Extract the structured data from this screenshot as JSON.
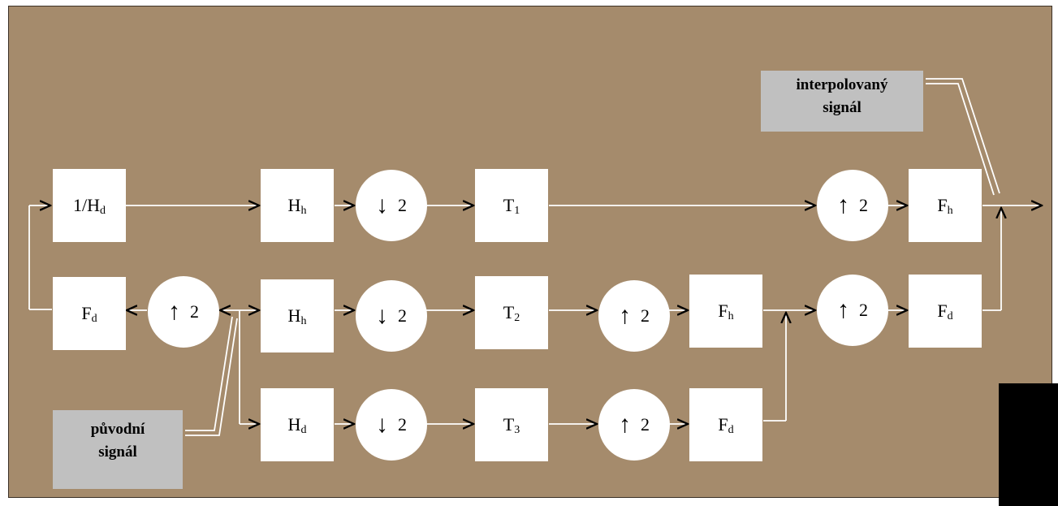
{
  "diagram": {
    "blocks": {
      "inv_hd": "1/H",
      "inv_hd_sub": "d",
      "hh1": "H",
      "hh1_sub": "h",
      "down1": "2",
      "t1": "T",
      "t1_sub": "1",
      "up_top": "2",
      "fh_top": "F",
      "fh_top_sub": "h",
      "fd_left": "F",
      "fd_left_sub": "d",
      "up_left": "2",
      "hh2": "H",
      "hh2_sub": "h",
      "down2": "2",
      "t2": "T",
      "t2_sub": "2",
      "up_mid": "2",
      "fh_mid": "F",
      "fh_mid_sub": "h",
      "up_mid2": "2",
      "fd_mid2": "F",
      "fd_mid2_sub": "d",
      "hd3": "H",
      "hd3_sub": "d",
      "down3": "2",
      "t3": "T",
      "t3_sub": "3",
      "up_bot": "2",
      "fd_bot": "F",
      "fd_bot_sub": "d"
    },
    "callouts": {
      "output": [
        "interpolovaný",
        "signál"
      ],
      "input": [
        "původní",
        "signál"
      ]
    },
    "colors": {
      "background": "#a58b6c",
      "block_fill": "#ffffff",
      "callout_fill": "#c0c0c0"
    }
  }
}
